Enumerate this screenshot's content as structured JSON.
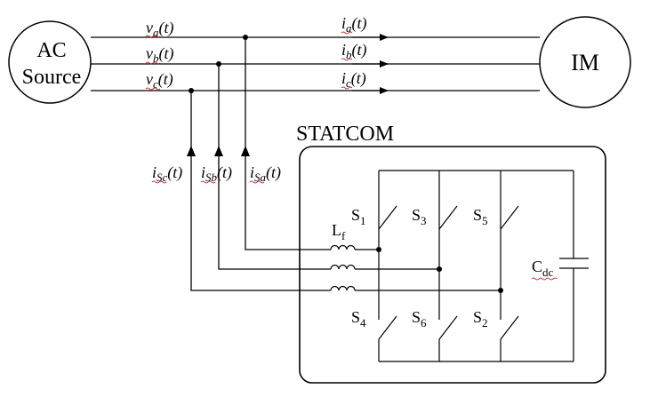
{
  "source": {
    "line1": "AC",
    "line2": "Source"
  },
  "motor": {
    "label": "IM"
  },
  "voltages": [
    {
      "sym": "v",
      "sub": "a",
      "arg": "(t)"
    },
    {
      "sym": "v",
      "sub": "b",
      "arg": "(t)"
    },
    {
      "sym": "v",
      "sub": "c",
      "arg": "(t)"
    }
  ],
  "currents": [
    {
      "sym": "i",
      "sub": "a",
      "arg": "(t)"
    },
    {
      "sym": "i",
      "sub": "b",
      "arg": "(t)"
    },
    {
      "sym": "i",
      "sub": "c",
      "arg": "(t)"
    }
  ],
  "statcom": {
    "title": "STATCOM",
    "inductor": {
      "sym": "L",
      "sub": "f"
    },
    "capacitor": {
      "sym": "C",
      "sub": "dc"
    },
    "switches_top": [
      {
        "sym": "S",
        "sub": "1"
      },
      {
        "sym": "S",
        "sub": "3"
      },
      {
        "sym": "S",
        "sub": "5"
      }
    ],
    "switches_bottom": [
      {
        "sym": "S",
        "sub": "4"
      },
      {
        "sym": "S",
        "sub": "6"
      },
      {
        "sym": "S",
        "sub": "2"
      }
    ]
  },
  "shunt_currents": [
    {
      "sym": "i",
      "sub": "Sc",
      "arg": "(t)"
    },
    {
      "sym": "i",
      "sub": "Sb",
      "arg": "(t)"
    },
    {
      "sym": "i",
      "sub": "Sa",
      "arg": "(t)"
    }
  ]
}
